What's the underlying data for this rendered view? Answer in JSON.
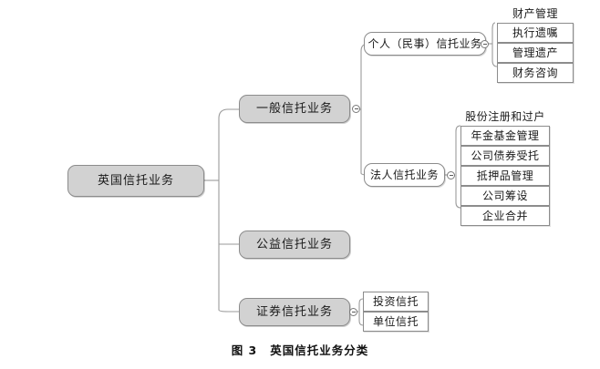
{
  "figure": {
    "caption_label": "图 3",
    "caption_title": "英国信托业务分类"
  },
  "colors": {
    "node_fill_gray": "#d2d2d2",
    "node_fill_white": "#ffffff",
    "node_stroke": "#8c8c8c",
    "connector_stroke": "#9a9a9a",
    "text": "#1a1a1a"
  },
  "tree": {
    "root": {
      "label": "英国信托业务",
      "expanded": true
    },
    "level2": [
      {
        "id": "general-trust",
        "label": "一般信托业务",
        "has_toggle": true,
        "toggle_icon": "minus-circle-icon"
      },
      {
        "id": "charitable-trust",
        "label": "公益信托业务",
        "has_toggle": false,
        "toggle_icon": ""
      },
      {
        "id": "securities-trust",
        "label": "证券信托业务",
        "has_toggle": true,
        "toggle_icon": "minus-circle-icon"
      }
    ],
    "level3": [
      {
        "id": "personal-trust",
        "parent": "general-trust",
        "label": "个人（民事）信托业务",
        "has_toggle": true,
        "toggle_icon": "minus-circle-icon"
      },
      {
        "id": "corporate-trust",
        "parent": "general-trust",
        "label": "法人信托业务",
        "has_toggle": true,
        "toggle_icon": "minus-circle-icon"
      }
    ],
    "leaves": {
      "personal_trust_items": [
        "财产管理",
        "执行遗嘱",
        "管理遗产",
        "财务咨询"
      ],
      "corporate_trust_items": [
        "股份注册和过户",
        "年金基金管理",
        "公司债券受托",
        "抵押品管理",
        "公司筹设",
        "企业合并"
      ],
      "securities_trust_items": [
        "投资信托",
        "单位信托"
      ]
    }
  }
}
